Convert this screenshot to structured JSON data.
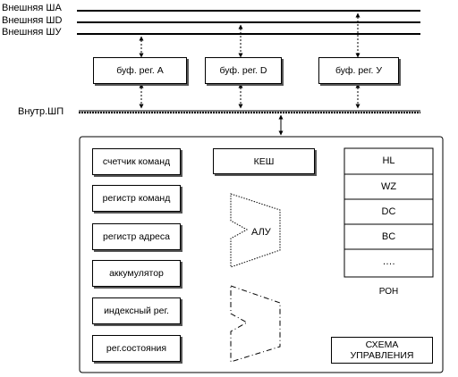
{
  "external_buses": {
    "address": "Внешняя ША",
    "data": "Внешняя ШD",
    "control": "Внешняя ШУ"
  },
  "buffers": {
    "a": "буф. рег. А",
    "d": "буф. рег. D",
    "u": "буф. рег. У"
  },
  "internal_bus": "Внутр.ШП",
  "registers": {
    "program_counter": "счетчик команд",
    "instruction_register": "регистр команд",
    "address_register": "регистр адреса",
    "accumulator": "аккумулятор",
    "index_register": "индексный рег.",
    "status_register": "рег.состояния"
  },
  "cache": "КЕШ",
  "alu": "АЛУ",
  "ron": {
    "items": [
      "HL",
      "WZ",
      "DC",
      "BC",
      "…."
    ],
    "caption": "РОН"
  },
  "control_unit": {
    "line1": "СХЕМА",
    "line2": "УПРАВЛЕНИЯ"
  }
}
